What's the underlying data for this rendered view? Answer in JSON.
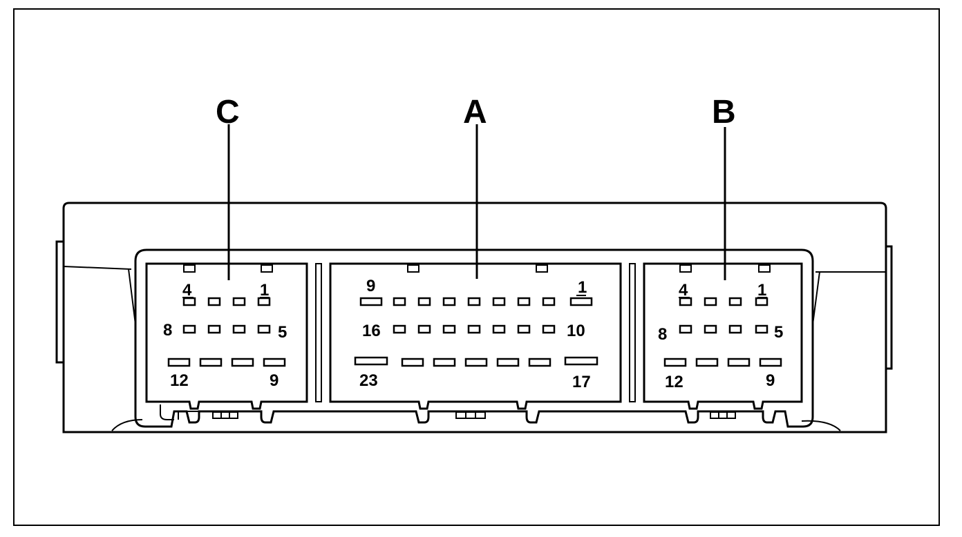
{
  "connectors": {
    "c": {
      "label": "C",
      "pins": {
        "top_left": "4",
        "top_right": "1",
        "mid_left": "8",
        "mid_right": "5",
        "bot_left": "12",
        "bot_right": "9"
      }
    },
    "a": {
      "label": "A",
      "pins": {
        "top_left": "9",
        "top_right": "1",
        "mid_left": "16",
        "mid_right": "10",
        "bot_left": "23",
        "bot_right": "17"
      }
    },
    "b": {
      "label": "B",
      "pins": {
        "top_left": "4",
        "top_right": "1",
        "mid_left": "8",
        "mid_right": "5",
        "bot_left": "12",
        "bot_right": "9"
      }
    }
  },
  "colors": {
    "line": "#000000",
    "background": "#ffffff"
  }
}
